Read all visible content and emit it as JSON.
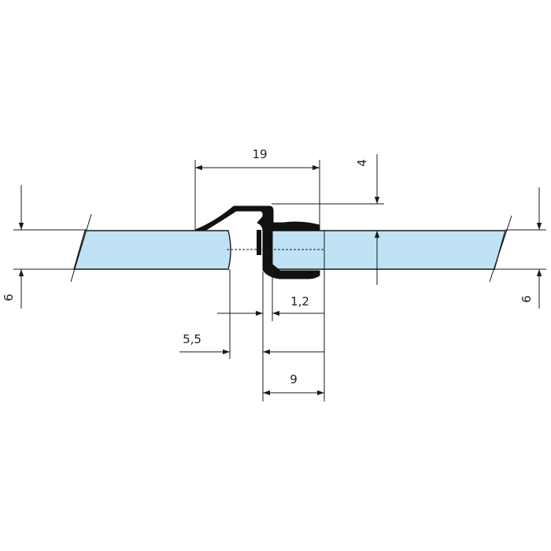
{
  "colors": {
    "glass_fill": "#bfe3f4",
    "profile": "#111111",
    "line": "#1a1a1a",
    "background": "#ffffff"
  },
  "dimensions": {
    "profile_width": "19",
    "lip_height": "4",
    "glass_thickness_left": "6",
    "glass_thickness_right": "6",
    "wall_thickness": "1,2",
    "gap": "5,5",
    "insert_depth": "9"
  }
}
